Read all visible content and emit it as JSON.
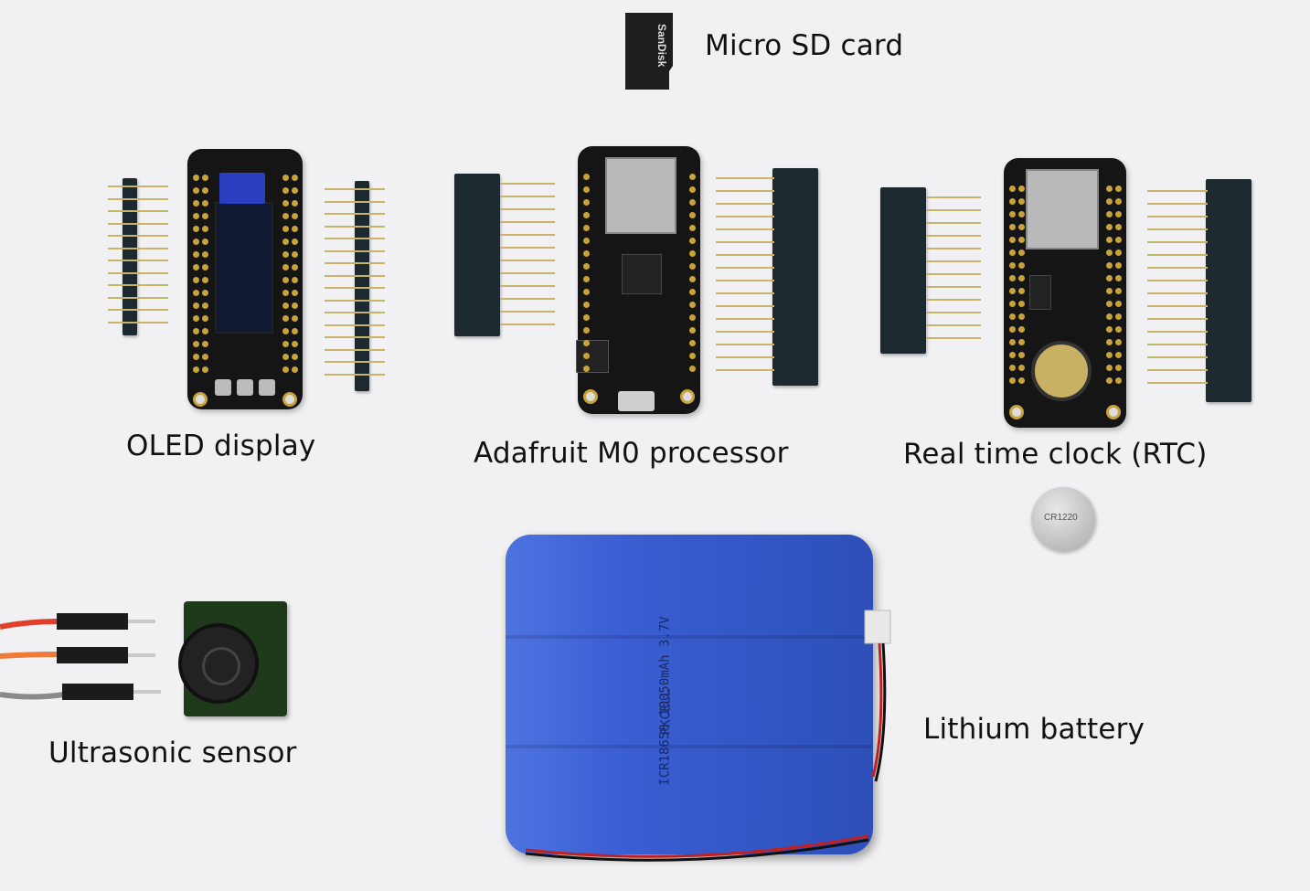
{
  "labels": {
    "sd_card": "Micro SD card",
    "oled": "OLED display",
    "processor": "Adafruit M0 processor",
    "rtc": "Real time clock (RTC)",
    "battery": "Lithium battery",
    "ultrasonic": "Ultrasonic sensor"
  },
  "printed": {
    "battery_text1": "PKCELL",
    "battery_text2": "ICR18650 10050mAh 3.7V",
    "sd_brand": "SanDisk",
    "coin_cell": "CR1220"
  },
  "colors": {
    "background": "#f1f1f3",
    "battery": "#3b5fd4",
    "board": "#151515",
    "gold": "#c8a23a",
    "wire_red": "#e0402a",
    "wire_orange": "#f07a3a",
    "wire_gray": "#8a8a8a"
  }
}
